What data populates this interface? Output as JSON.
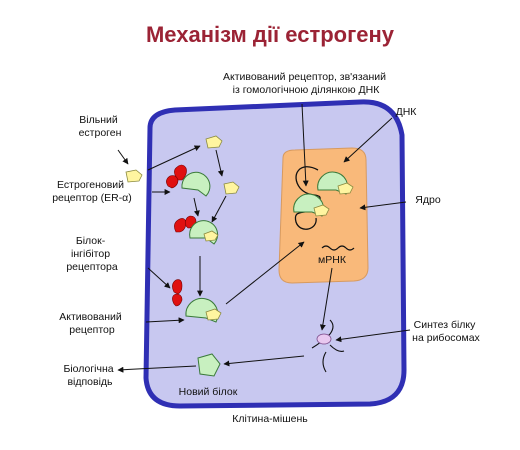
{
  "title": "Механізм дії естрогену",
  "labels": {
    "free_estrogen": [
      "Вільний",
      "естроген"
    ],
    "estrogen_receptor": [
      "Естрогеновий",
      "рецептор (ER-α)"
    ],
    "inhibitor_protein": [
      "Білок-",
      "інгібітор",
      "рецептора"
    ],
    "activated_receptor": [
      "Активований",
      "рецептор"
    ],
    "biological_response": [
      "Біологічна",
      "відповідь"
    ],
    "new_protein": "Новий білок",
    "target_cell": "Клітина-мішень",
    "activated_bound_receptor": [
      "Активований рецептор, зв'язаний",
      "із гомологічною ділянкою ДНК"
    ],
    "dna": "ДНК",
    "nucleus": "Ядро",
    "mrna": "мРНК",
    "protein_synthesis": [
      "Синтез білку",
      "на рибосомах"
    ]
  },
  "colors": {
    "title": "#9b2335",
    "cell_fill": "#c8c8f0",
    "cell_border": "#2f2fb4",
    "nucleus_fill": "#f9b97a",
    "receptor_fill": "#c8f0c0",
    "estrogen_fill": "#fff5a0",
    "inhibitor_fill": "#e01010",
    "new_protein_fill": "#c8f0c0",
    "ribosome_fill": "#e8c8f0"
  }
}
